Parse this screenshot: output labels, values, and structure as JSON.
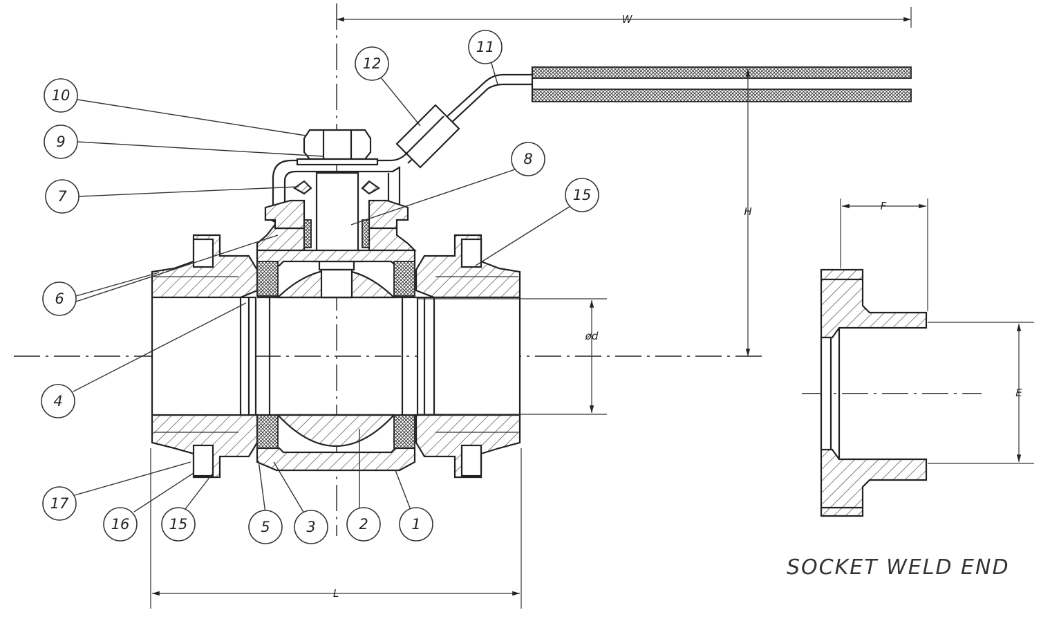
{
  "balloons": [
    {
      "label": "10"
    },
    {
      "label": "9"
    },
    {
      "label": "7"
    },
    {
      "label": "6"
    },
    {
      "label": "4"
    },
    {
      "label": "17"
    },
    {
      "label": "16"
    },
    {
      "label": "15"
    },
    {
      "label": "5"
    },
    {
      "label": "3"
    },
    {
      "label": "2"
    },
    {
      "label": "1"
    },
    {
      "label": "12"
    },
    {
      "label": "11"
    },
    {
      "label": "8"
    },
    {
      "label": "15"
    }
  ],
  "dimensions": {
    "w": "W",
    "h": "H",
    "d": "ød",
    "l": "L",
    "f": "F",
    "e": "E"
  },
  "socket_title": "SOCKET WELD END"
}
